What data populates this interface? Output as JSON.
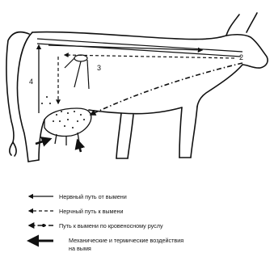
{
  "labels": {
    "n2": "2",
    "n3": "3",
    "n4": "4"
  },
  "legend": [
    {
      "key": "nerve_from_udder",
      "text": "Нервный путь от вымени"
    },
    {
      "key": "nerve_to_udder",
      "text": "Нерчный путь к вымени"
    },
    {
      "key": "blood_route",
      "text": "Путь к вымени по кровеносному руслу"
    },
    {
      "key": "mech_thermal_line1",
      "text": "Механические и термические воздействия"
    },
    {
      "key": "mech_thermal_line2",
      "text": "на вымя"
    }
  ]
}
